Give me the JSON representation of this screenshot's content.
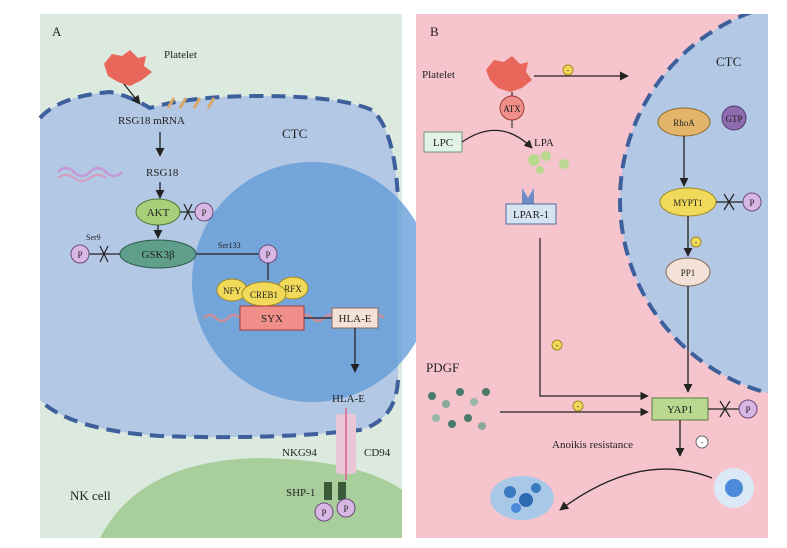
{
  "panelA": {
    "letter": "A",
    "platelet": "Platelet",
    "rsg18_mrna": "RSG18 mRNA",
    "ctc": "CTC",
    "rsg18": "RSG18",
    "akt": "AKT",
    "p": "P",
    "ser9": "Ser9",
    "gsk3b": "GSK3β",
    "ser133": "Ser133",
    "nfy": "NFY",
    "creb1": "CREB1",
    "rfx": "RFX",
    "syx": "SYX",
    "hla_e_nucleus": "HLA-E",
    "hla_e_surface": "HLA-E",
    "nkg94": "NKG94",
    "cd94": "CD94",
    "shp1": "SHP-1",
    "nk_cell": "NK cell"
  },
  "panelB": {
    "letter": "B",
    "platelet": "Platelet",
    "ctc": "CTC",
    "atx": "ATX",
    "lpc": "LPC",
    "lpa": "LPA",
    "lpar1": "LPAR-1",
    "rhoa": "RhoA",
    "gtp": "GTP",
    "mypt1": "MYPT1",
    "pp1": "PP1",
    "pdgf": "PDGF",
    "yap1": "YAP1",
    "p": "P",
    "anoikis": "Anoikis resistance",
    "minus": "-"
  },
  "colors": {
    "panelA_bg": "#dbe9df",
    "panelB_bg": "#f6c4cd",
    "cell": "#b3c8e4",
    "nucleus": "#5d9ad8",
    "dashed": "#3d5f9c",
    "nk": "#a8cf9b",
    "akt": "#a8cf7a",
    "gsk": "#5e9e8a",
    "yellow": "#f1d95a",
    "syx": "#f08e8a",
    "pcircle": "#d8b7e4",
    "platelet": "#e8675a"
  }
}
